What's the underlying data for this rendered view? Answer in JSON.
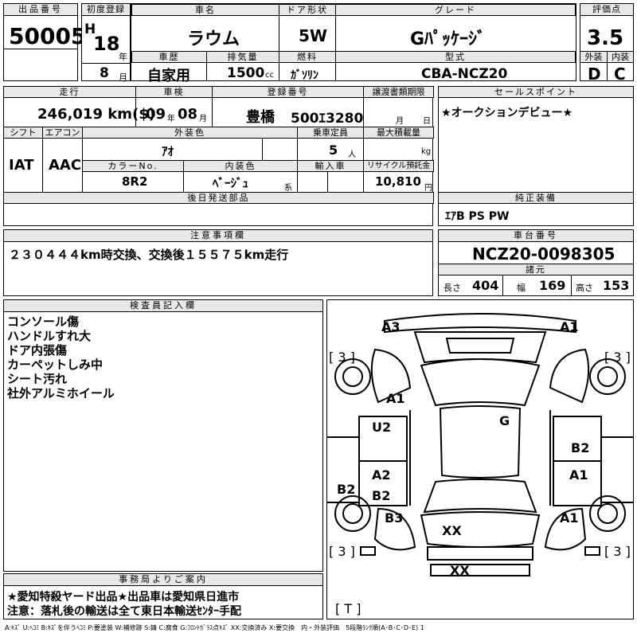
{
  "header": {
    "lot_label": "出品番号",
    "lot_no": "50005",
    "first_reg_label": "初度登録",
    "era": "H",
    "year": "18",
    "year_unit": "年",
    "month": "8",
    "month_unit": "月",
    "car_name_label": "車名",
    "car_name": "ラウム",
    "door_label": "ドア形状",
    "door": "5W",
    "grade_label": "グレード",
    "grade": "Gﾊﾟｯｹｰｼﾞ",
    "score_label": "評価点",
    "score": "3.5",
    "history_label": "車歴",
    "history": "自家用",
    "displacement_label": "排気量",
    "displacement": "1500",
    "displacement_unit": "cc",
    "fuel_label": "燃料",
    "fuel": "ｶﾞｿﾘﾝ",
    "model_label": "型式",
    "model": "CBA-NCZ20",
    "exterior_label": "外装",
    "exterior": "D",
    "interior_label": "内装",
    "interior": "C"
  },
  "row2": {
    "mileage_label": "走行",
    "mileage": "246,019 km($)",
    "inspection_label": "車検",
    "insp_year": "09",
    "insp_year_unit": "年",
    "insp_month": "08",
    "insp_month_unit": "月",
    "plate_label": "登録番号",
    "plate_city": "豊橋",
    "plate_no": "500ｴ3280",
    "transfer_label": "譲渡書類期限",
    "transfer_month_unit": "月",
    "transfer_day_unit": "日",
    "sales_point_label": "セールスポイント",
    "sales_point": "★オークションデビュー★"
  },
  "row3": {
    "shift_label": "シフト",
    "shift": "IAT",
    "ac_label": "エアコン",
    "ac": "AAC",
    "color_label": "外装色",
    "color": "ｱｵ",
    "capacity_label": "乗車定員",
    "capacity": "5",
    "capacity_unit": "人",
    "load_label": "最大積載量",
    "load_unit": "kg",
    "color_no_label": "カラーNo.",
    "color_no": "8R2",
    "interior_color_label": "内装色",
    "interior_color": "ﾍﾞｰｼﾞｭ",
    "interior_color_unit": "系",
    "import_label": "輸入車",
    "recycle_label": "リサイクル預託金",
    "recycle": "10,810",
    "recycle_unit": "円",
    "later_parts_label": "後日発送部品",
    "equipment_label": "純正装備",
    "equipment": "ｴｱB PS PW"
  },
  "notes": {
    "label": "注意事項欄",
    "text": "２３０４４４km時交換、交換後１５５７５km走行",
    "chassis_label": "車台番号",
    "chassis": "NCZ20-0098305",
    "spec_label": "諸元",
    "length_label": "長さ",
    "length": "404",
    "width_label": "幅",
    "width": "169",
    "height_label": "高さ",
    "height": "153"
  },
  "inspector": {
    "label": "検査員記入欄",
    "lines": [
      "コンソール傷",
      "ハンドルすれ大",
      "ドア内張傷",
      "カーペットしみ中",
      "シート汚れ",
      "社外アルミホイール"
    ]
  },
  "office": {
    "label": "事務局よりご案内",
    "line1": "★愛知特殺ヤード出品★出品車は愛知県日進市",
    "line2": "注意：落札後の輸送は全て東日本輸送ｾﾝﾀｰ手配"
  },
  "diagram": {
    "marks": {
      "a3_top": "A3",
      "a1_top": "A1",
      "tire_fl": "[ 3 ]",
      "tire_fr": "[ 3 ]",
      "a1_left": "A1",
      "g_roof": "G",
      "u2_left": "U2",
      "b2_right": "B2",
      "a2_left": "A2",
      "b2_left_door": "B2",
      "a1_right_door": "A1",
      "b2_left_side": "B2",
      "b3_left": "B3",
      "a1_right_rear": "A1",
      "xx_trunk": "XX",
      "xx_rear": "XX",
      "tire_rl": "[ 3 ]",
      "tire_rr": "[ 3 ]",
      "spare": "[ T ]"
    }
  },
  "legend": "A:ｷｽﾞ U:ﾍｺﾐ B:ｷｽﾞを伴うﾍｺﾐ P:要塗装 W:補修跡 S:錆 C:腐食 G:ﾌﾛﾝﾄｶﾞﾗｽ点ｷｽﾞ XX:交換済み X:要交換　内・外装評価　5段階ﾗﾝｸ順(A･B･C･D･E) 1"
}
